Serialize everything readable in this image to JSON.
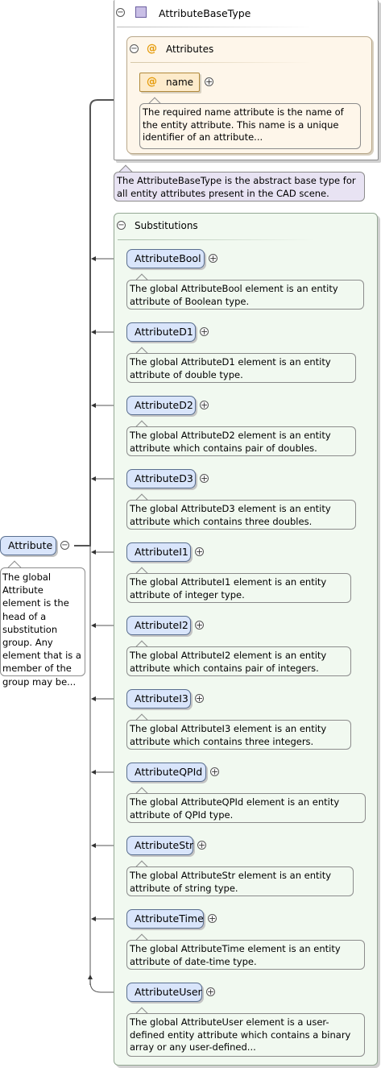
{
  "base_type": {
    "title": "AttributeBaseType",
    "attributes_title": "Attributes",
    "attribute": {
      "symbol": "@",
      "name": "name",
      "doc": "The required name attribute is the name of the entity attribute. This name is a unique identifier of an attribute..."
    },
    "doc": "The AttributeBaseType is the abstract base type for all entity attributes present in the CAD scene."
  },
  "substitutions": {
    "title": "Substitutions",
    "items": [
      {
        "name": "AttributeBool",
        "doc": "The global AttributeBool element is an entity attribute of Boolean type."
      },
      {
        "name": "AttributeD1",
        "doc": "The global AttributeD1 element is an entity attribute of double type."
      },
      {
        "name": "AttributeD2",
        "doc": "The global AttributeD2 element is an entity attribute which contains pair of doubles."
      },
      {
        "name": "AttributeD3",
        "doc": "The global AttributeD3 element is an entity attribute which contains three doubles."
      },
      {
        "name": "AttributeI1",
        "doc": "The global AttributeI1 element is an entity attribute of integer type."
      },
      {
        "name": "AttributeI2",
        "doc": "The global AttributeI2 element is an entity attribute which contains pair of integers."
      },
      {
        "name": "AttributeI3",
        "doc": "The global AttributeI3 element is an entity attribute which contains three integers."
      },
      {
        "name": "AttributeQPId",
        "doc": "The global AttributeQPId element is an entity attribute of QPId type."
      },
      {
        "name": "AttributeStr",
        "doc": "The global AttributeStr element is an entity attribute of string type."
      },
      {
        "name": "AttributeTime",
        "doc": "The global AttributeTime element is an entity attribute of date-time type."
      },
      {
        "name": "AttributeUser",
        "doc": "The global AttributeUser element is a user-defined entity attribute which contains a binary array or any user-defined..."
      }
    ]
  },
  "root": {
    "name": "Attribute",
    "doc": "The global Attribute element is the head of a substitution group. Any element that is a member of the group may be..."
  },
  "icons": {
    "collapse": "collapse-toggle-icon",
    "expand": "expand-toggle-icon",
    "complex_type": "complex-type-icon",
    "attribute": "attribute-at-icon"
  },
  "colors": {
    "element_fill": "#d9e5fb",
    "substitution_fill": "#f1f9f0",
    "attributes_fill": "#fef6ea",
    "base_doc_fill": "#e8e3f3",
    "attribute_accent": "#e59b0a"
  }
}
